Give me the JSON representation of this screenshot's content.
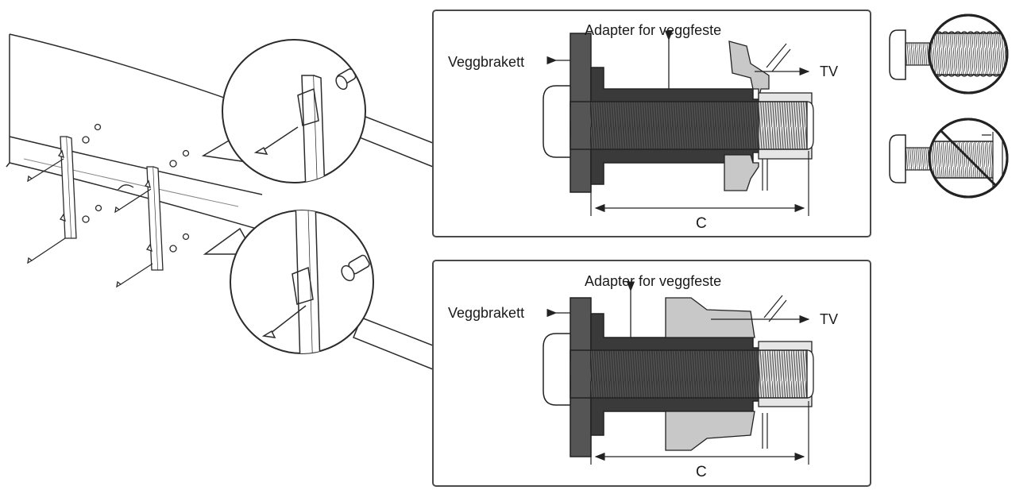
{
  "panels": [
    {
      "wall_bracket_label": "Veggbrakett",
      "adapter_label": "Adapter for veggfeste",
      "tv_label": "TV",
      "dimension_label": "C"
    },
    {
      "wall_bracket_label": "Veggbrakett",
      "adapter_label": "Adapter for veggfeste",
      "tv_label": "TV",
      "dimension_label": "C"
    }
  ],
  "colors": {
    "line": "#2b2b2b",
    "bracket_fill": "#555555",
    "adapter_fill": "#3a3a3a",
    "tv_fill": "#c8c8c8",
    "frame": "#4a4a4a"
  }
}
